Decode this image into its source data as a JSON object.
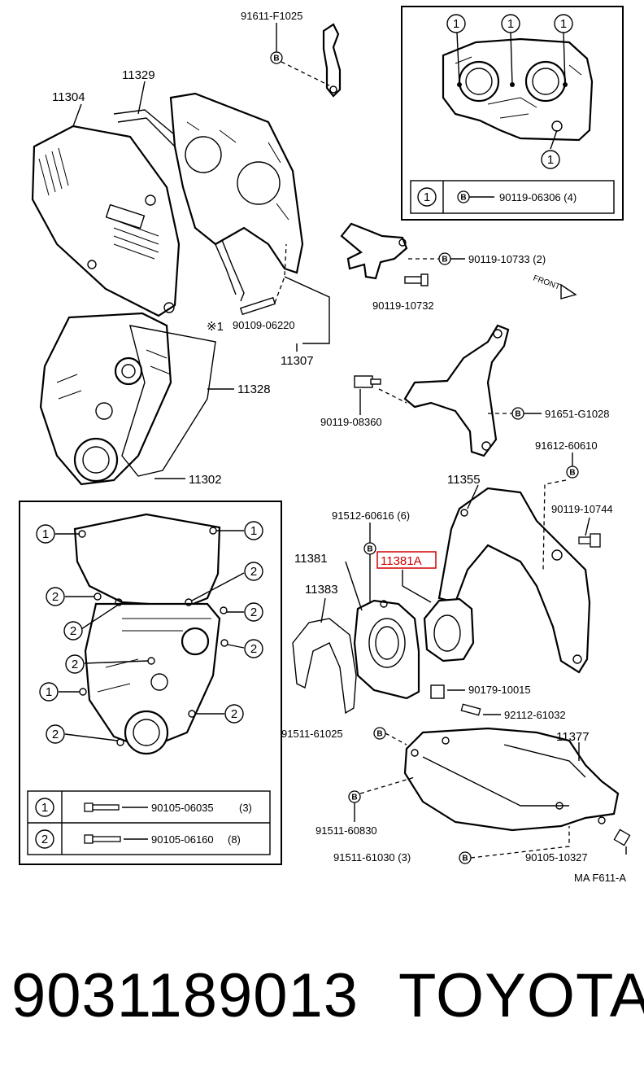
{
  "diagram": {
    "code": "MA F611-A",
    "labels": {
      "p91611": "91611-F1025",
      "p11329": "11329",
      "p11304": "11304",
      "p90109": "90109-06220",
      "p11307": "11307",
      "p11328": "11328",
      "p11302": "11302",
      "p90119_10733": "90119-10733 (2)",
      "p90119_10732": "90119-10732",
      "front": "FRONT",
      "p90119_08360": "90119-08360",
      "p91651": "91651-G1028",
      "p91612": "91612-60610",
      "p11355": "11355",
      "p90119_10744": "90119-10744",
      "p91512": "91512-60616 (6)",
      "p11381": "11381",
      "p11381A": "11381A",
      "p11383": "11383",
      "p90179": "90179-10015",
      "p92112": "92112-61032",
      "p91511_61025": "91511-61025",
      "p11377": "11377",
      "p91511_60830": "91511-60830",
      "p91511_61030": "91511-61030 (3)",
      "p90105_10327": "90105-10327",
      "asterisk": "※1"
    },
    "inset_top": {
      "callout": "1",
      "bolt_badge": "B",
      "part": "90119-06306 (4)"
    },
    "inset_left": {
      "callout_1": "1",
      "callout_2": "2",
      "legend": [
        {
          "num": "1",
          "part": "90105-06035",
          "qty": "(3)"
        },
        {
          "num": "2",
          "part": "90105-06160",
          "qty": "(8)"
        }
      ]
    },
    "badge": "B",
    "highlight_color": "#d00000"
  },
  "footer": {
    "part_number": "9031189013",
    "brand": "TOYOTA"
  }
}
